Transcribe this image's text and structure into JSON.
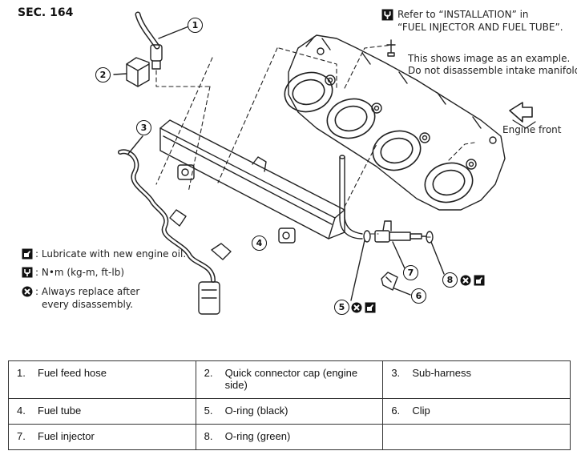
{
  "section": "SEC. 164",
  "notes": {
    "refer_line1": "Refer to “INSTALLATION” in",
    "refer_line2": "“FUEL INJECTOR AND FUEL TUBE”.",
    "example_line1": "This shows image as an example.",
    "example_line2": "Do not disassemble intake manifold.",
    "engine_front": "Engine front"
  },
  "legend": {
    "lubricate": ": Lubricate with new engine oil.",
    "torque": ": N•m (kg-m, ft-lb)",
    "replace_line1": ": Always replace after",
    "replace_line2": "every disassembly."
  },
  "callouts": [
    "1",
    "2",
    "3",
    "4",
    "5",
    "6",
    "7",
    "8"
  ],
  "parts": [
    [
      {
        "num": "1.",
        "name": "Fuel feed hose"
      },
      {
        "num": "2.",
        "name": "Quick connector cap (engine side)"
      },
      {
        "num": "3.",
        "name": "Sub-harness"
      }
    ],
    [
      {
        "num": "4.",
        "name": "Fuel tube"
      },
      {
        "num": "5.",
        "name": "O-ring (black)"
      },
      {
        "num": "6.",
        "name": "Clip"
      }
    ],
    [
      {
        "num": "7.",
        "name": "Fuel injector"
      },
      {
        "num": "8.",
        "name": "O-ring (green)"
      },
      {
        "num": "",
        "name": ""
      }
    ]
  ],
  "colors": {
    "ink": "#111111",
    "line": "#222222",
    "background": "#ffffff"
  },
  "icons": [
    "torque-wrench-icon",
    "oil-can-icon",
    "replace-cross-icon",
    "engine-front-arrow-icon"
  ]
}
